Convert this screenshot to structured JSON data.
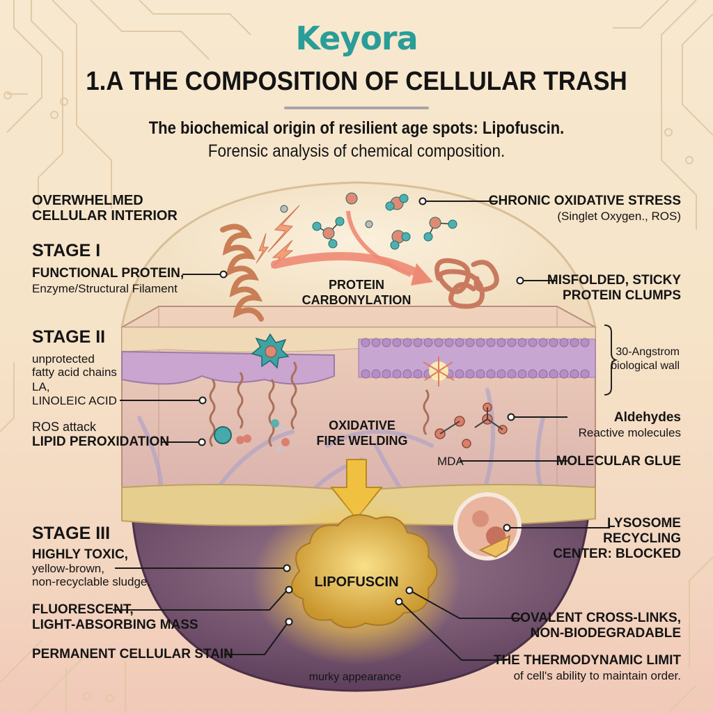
{
  "brand": {
    "logo_text": "Keyora",
    "color": "#2a9d98"
  },
  "header": {
    "title": "1.A THE COMPOSITION OF CELLULAR TRASH",
    "subtitle": "The biochemical origin of resilient age spots: Lipofuscin.",
    "tagline": "Forensic analysis of chemical composition."
  },
  "left_labels": {
    "interior": [
      "OVERWHELMED",
      "CELLULAR INTERIOR"
    ],
    "stage1": {
      "title": "STAGE I",
      "protein_bold": "FUNCTIONAL PROTEIN,",
      "protein_sub": "Enzyme/Structural Filament"
    },
    "stage2": {
      "title": "STAGE II",
      "fatty_1": "unprotected",
      "fatty_2": "fatty acid chains",
      "la": "LA,",
      "linoleic": "LINOLEIC ACID",
      "ros": "ROS attack",
      "peroxidation": "LIPID PEROXIDATION"
    },
    "stage3": {
      "title": "STAGE III",
      "toxic": "HIGHLY TOXIC,",
      "yellow": "yellow-brown,",
      "sludge": "non-recyclable sludge.",
      "fluor_1": "FLUORESCENT,",
      "fluor_2": "LIGHT-ABSORBING MASS",
      "stain": "PERMANENT CELLULAR STAIN"
    }
  },
  "right_labels": {
    "stress_bold": "CHRONIC OXIDATIVE STRESS",
    "stress_sub": "(Singlet Oxygen., ROS)",
    "misfold_1": "MISFOLDED, STICKY",
    "misfold_2": "PROTEIN CLUMPS",
    "wall_1": "30-Angstrom",
    "wall_2": "biological wall",
    "aldehydes": "Aldehydes",
    "reactive": "Reactive molecules",
    "mda": "MDA",
    "glue": "MOLECULAR GLUE",
    "lyso_1": "LYSOSOME",
    "lyso_2": "RECYCLING",
    "lyso_3": "CENTER: BLOCKED",
    "covalent_1": "COVALENT CROSS-LINKS,",
    "covalent_2": "NON-BIODEGRADABLE",
    "thermo_bold": "THE THERMODYNAMIC LIMIT",
    "thermo_sub": "of cell's ability to maintain order."
  },
  "center_labels": {
    "carbonylation_1": "PROTEIN",
    "carbonylation_2": "CARBONYLATION",
    "welding_1": "OXIDATIVE",
    "welding_2": "FIRE WELDING",
    "lipofuscin": "LIPOFUSCIN",
    "murky": "murky appearance"
  },
  "colors": {
    "background_top": "#f7e8cf",
    "background_bottom": "#f1c9b8",
    "membrane": "#c7a3cf",
    "tissue": "#e9c6b4",
    "fat_layer": "#e2cc8c",
    "lower_cell": "#7a5a78",
    "lipofuscin": "#e6b93a",
    "molecule_teal": "#4aa8a8",
    "molecule_coral": "#d97a68",
    "arrow": "#ee8a74"
  }
}
